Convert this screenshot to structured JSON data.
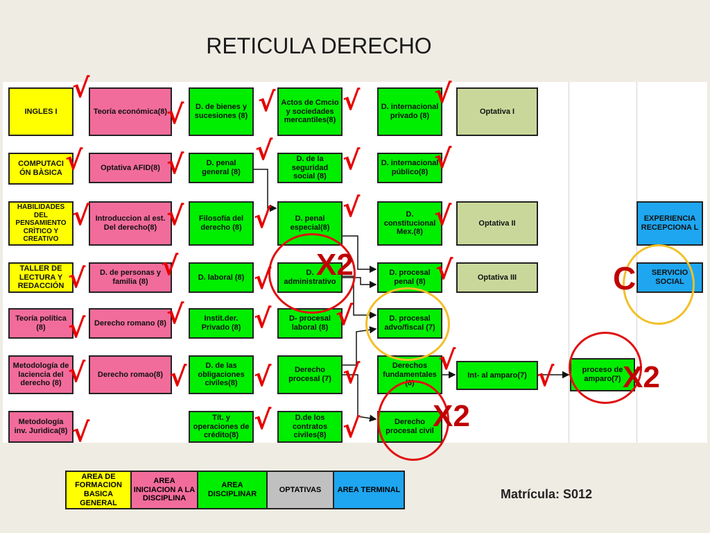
{
  "title": "RETICULA DERECHO",
  "colors": {
    "formacion_basica": "#ffff00",
    "iniciacion": "#f26c9b",
    "disciplinar": "#00ee00",
    "optativas": "#c9d89a",
    "terminal": "#1ea6f0",
    "check": "#e60000",
    "circle_red": "#e01010",
    "circle_yellow": "#f2c028"
  },
  "courses": {
    "ingles1": "INGLES I",
    "computacion": "COMPUTACI ÓN BÀSICA",
    "habilidades": "HABILIDADES DEL PENSAMIENTO CRÌTICO Y CREATIVO",
    "taller_lectura": "TALLER DE LECTURA Y REDACCIÓN",
    "teoria_politica": "Teoría política (8)",
    "metodologia_ciencia": "Metodología de laciencia del derecho (8)",
    "metodologia_inv": "Metodología inv. Jurìdica(8)",
    "teoria_economica": "Teoría económica(8)",
    "optativa_afid": "Optativa AFID(8)",
    "introduccion": "Introduccion al est. Del derecho(8)",
    "personas_familia": "D. de personas y familia (8)",
    "derecho_romano1": "Derecho romano (8)",
    "derecho_romano2": "Derecho romao(8)",
    "bienes_sucesiones": "D. de bienes y sucesiones (8)",
    "penal_general": "D. penal general (8)",
    "filosofia": "Filosofía del derecho (8)",
    "laboral": "D. laboral (8)",
    "instit_privado": "Instit.der. Privado (8)",
    "obligaciones": "D. de las obligaciones civiles(8)",
    "titulos_credito": "Tít. y operaciones de crédito(8)",
    "actos_comercio": "Actos de Cmcio y sociedades mercantiles(8)",
    "seguridad_social": "D. de la seguridad social (8)",
    "penal_especial": "D. penal especial(8)",
    "administrativo": "D. administrativo",
    "procesal_laboral": "D- procesal laboral (8)",
    "derecho_procesal": "Derecho procesal (7)",
    "contratos_civiles": "D.de los contratos civiles(8)",
    "internacional_privado": "D. internacional privado (8)",
    "internacional_publico": "D. internacional público(8)",
    "constitucional": "D. constitucional Mex.(8)",
    "procesal_penal": "D. procesal penal (8)",
    "procesal_advo": "D. procesal advo/fiscal (7)",
    "derechos_fundamentales": "Derechos fundamentales (8)",
    "procesal_civil": "Derecho procesal civil",
    "optativa1": "Optativa I",
    "optativa2": "Optativa II",
    "optativa3": "Optativa III",
    "int_amparo": "Int- al amparo(7)",
    "proceso_amparo": "proceso de amparo(7)",
    "experiencia": "EXPERIENCIA RECEPCIONA L",
    "servicio_social": "SERVICIO SOCIAL"
  },
  "marks": {
    "check": "√",
    "x2": "X2",
    "c": "C"
  },
  "legend": [
    {
      "label": "AREA DE FORMACION BASICA GENERAL",
      "color": "#ffff00"
    },
    {
      "label": "AREA INICIACION A LA DISCIPLINA",
      "color": "#f26c9b"
    },
    {
      "label": "AREA DISCIPLINAR",
      "color": "#00ee00"
    },
    {
      "label": "OPTATIVAS",
      "color": "#c0c0c0"
    },
    {
      "label": "AREA TERMINAL",
      "color": "#1ea6f0"
    }
  ],
  "matricula": "Matrícula: S012"
}
